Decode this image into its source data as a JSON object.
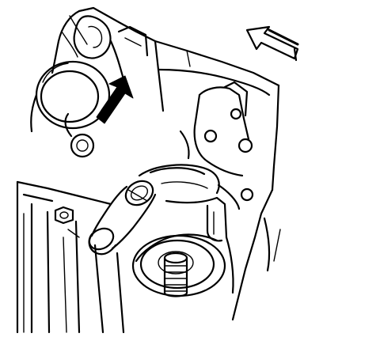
{
  "illustration": {
    "subject": "engine-block-sensor-location",
    "arrows": [
      {
        "name": "direction-arrow",
        "style": "outline",
        "direction": "up-left"
      },
      {
        "name": "location-arrow",
        "style": "solid",
        "direction": "up-right"
      }
    ],
    "colors": {
      "line": "#000000",
      "background": "#ffffff"
    }
  }
}
